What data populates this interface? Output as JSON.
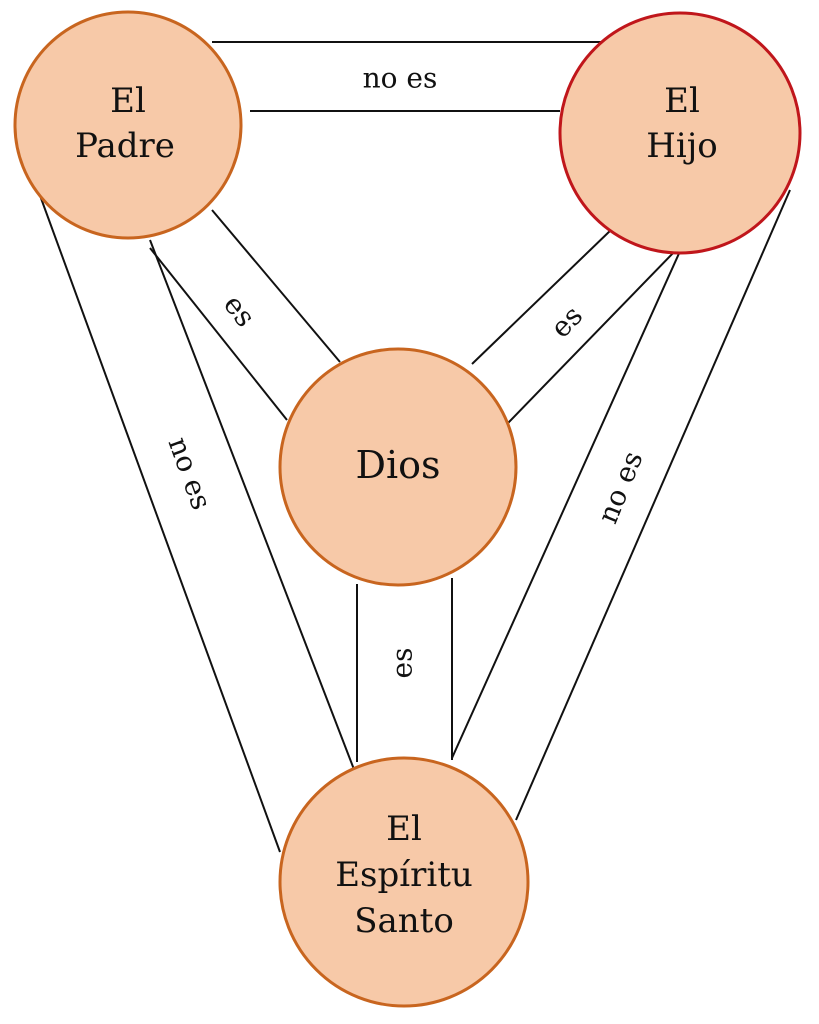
{
  "diagram": {
    "title": "Shield of the Trinity",
    "nodes": [
      {
        "id": "padre",
        "lines": [
          "El",
          "Padre"
        ],
        "fill": "#f7c9a8",
        "stroke": "#c8651f"
      },
      {
        "id": "hijo",
        "lines": [
          "El",
          "Hijo"
        ],
        "fill": "#f7c9a8",
        "stroke": "#c0161b"
      },
      {
        "id": "dios",
        "lines": [
          "Dios"
        ],
        "fill": "#f7c9a8",
        "stroke": "#c8651f"
      },
      {
        "id": "espiritu",
        "lines": [
          "El",
          "Espíritu",
          "Santo"
        ],
        "fill": "#f7c9a8",
        "stroke": "#c8651f"
      }
    ],
    "edges": [
      {
        "from": "padre",
        "to": "hijo",
        "label": "no es"
      },
      {
        "from": "padre",
        "to": "dios",
        "label": "es"
      },
      {
        "from": "hijo",
        "to": "dios",
        "label": "es"
      },
      {
        "from": "dios",
        "to": "espiritu",
        "label": "es"
      },
      {
        "from": "padre",
        "to": "espiritu",
        "label": "no es"
      },
      {
        "from": "hijo",
        "to": "espiritu",
        "label": "no es"
      }
    ]
  }
}
